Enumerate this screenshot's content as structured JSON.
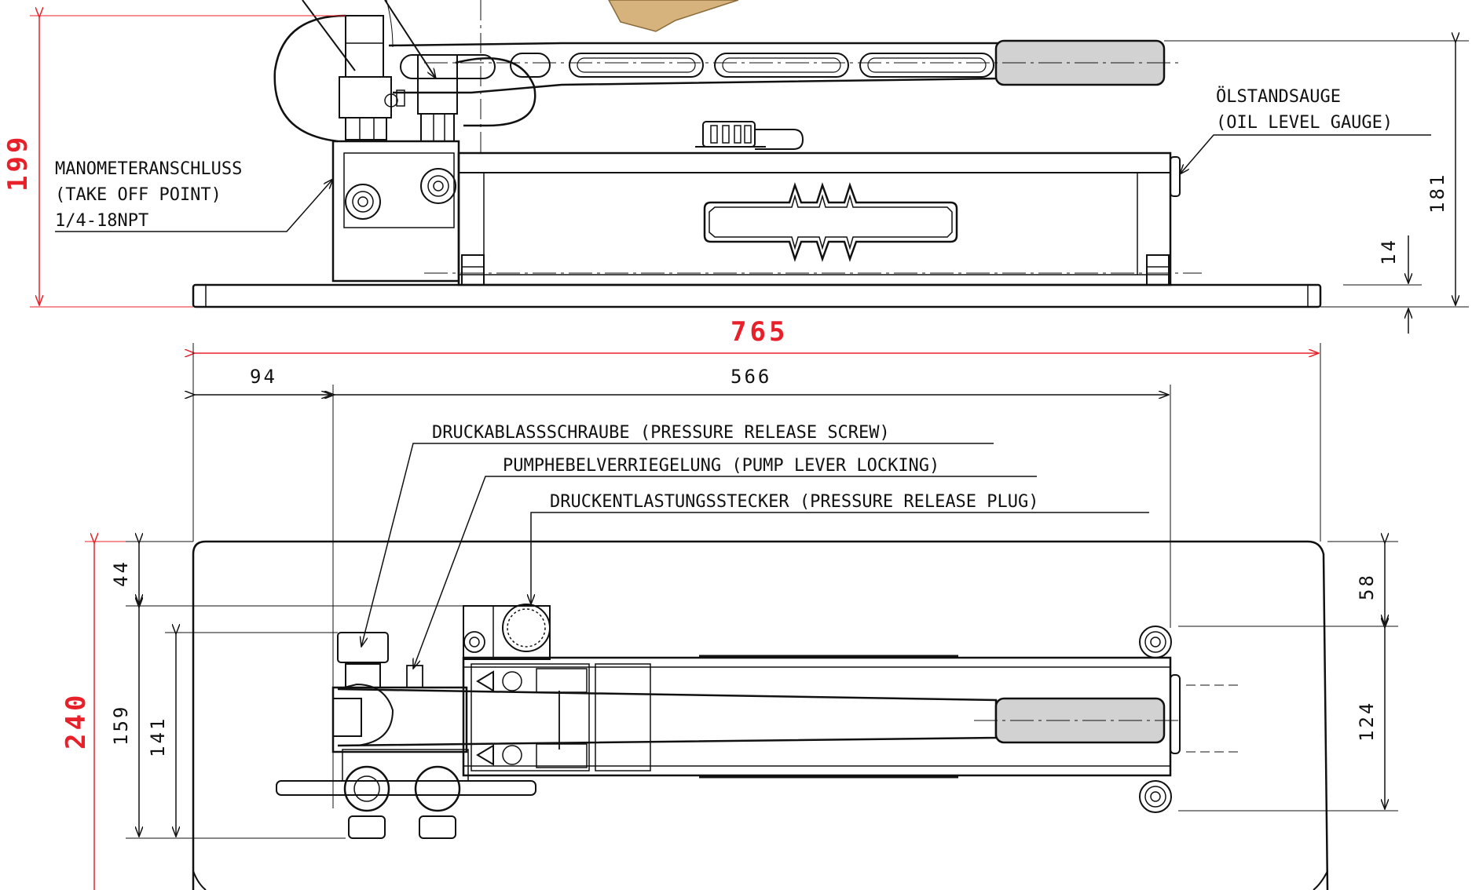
{
  "labels": {
    "manometer": [
      "MANOMETERANSCHLUSS",
      "(TAKE OFF POINT)",
      "1/4-18NPT"
    ],
    "oil_gauge": [
      "ÖLSTANDSAUGE",
      "(OIL LEVEL GAUGE)"
    ],
    "release_screw": "DRUCKABLASSSCHRAUBE (PRESSURE RELEASE SCREW)",
    "lever_locking": "PUMPHEBELVERRIEGELUNG (PUMP LEVER LOCKING)",
    "release_plug": "DRUCKENTLASTUNGSSTECKER (PRESSURE RELEASE PLUG)"
  },
  "dimensions": {
    "height_total": "199",
    "width_total": "765",
    "height_181": "181",
    "height_14": "14",
    "width_94": "94",
    "width_566": "566",
    "depth_total": "240",
    "depth_44": "44",
    "depth_159": "159",
    "depth_141": "141",
    "depth_58": "58",
    "depth_124": "124"
  },
  "colors": {
    "key_dimension": "#e8202a",
    "line": "#111111",
    "handle_fill": "#d2d2d2",
    "wood": "#d6b27c"
  }
}
